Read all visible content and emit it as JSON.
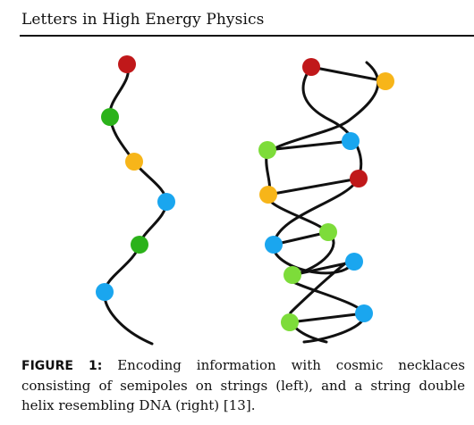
{
  "header": {
    "journal_name": "Letters in High Energy Physics"
  },
  "figure": {
    "label": "FIGURE 1:",
    "caption": "Encoding information with cosmic necklaces consisting of semipoles on strings (left), and a string double helix resembling DNA (right) [13].",
    "colors": {
      "red": "#c0181a",
      "green_dark": "#2bb21a",
      "green_light": "#7ddc3a",
      "yellow": "#f7b519",
      "blue": "#1aa6ef",
      "string": "#111111"
    },
    "left_necklace_beads": [
      "red",
      "green_dark",
      "yellow",
      "blue",
      "green_dark",
      "blue"
    ],
    "right_helix_beads": [
      "red",
      "yellow",
      "green_light",
      "blue",
      "red",
      "yellow",
      "blue",
      "green_light",
      "green_light",
      "blue",
      "blue",
      "green_light"
    ]
  }
}
